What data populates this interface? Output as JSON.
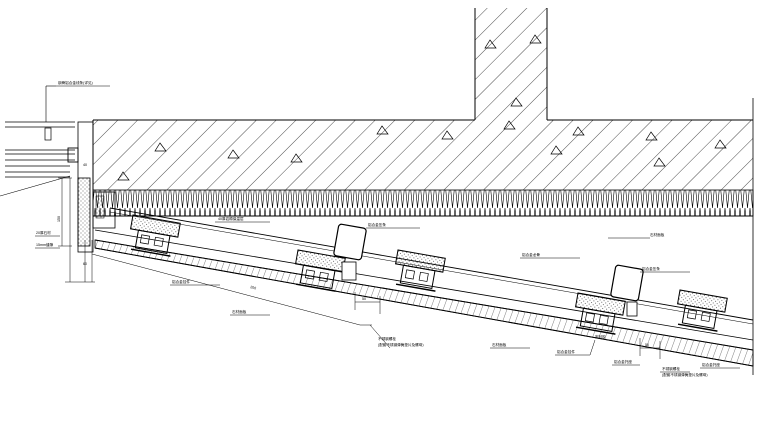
{
  "drawing": {
    "annotations": {
      "top_left_note": "钢骨铝合金线条(详见)",
      "insulation_note": "40厚岩棉保温层",
      "strip_note": "铝合金压条",
      "top_right_note": "铝合金压条",
      "bracket_note_mid": "铝合金托座",
      "bracket_note_right": "铝合金托座",
      "rail_note_mid": "铝合金龙骨",
      "panel_left": "石材面板",
      "panel_mid": "石材面板",
      "panel_right": "石材面板",
      "anchor_note_mid_1": "不锈钢螺栓",
      "anchor_note_mid_2": "(配套不锈钢弹簧垫片及螺母)",
      "anchor_note_right_1": "不锈钢螺栓",
      "anchor_note_right_2": "(配套不锈钢弹簧垫片及螺母)",
      "clip_note_left": "铝合金挂件",
      "clip_note_mid": "铝合金挂件",
      "seal_note": "密封胶",
      "left_note_1": "20厚石材",
      "left_note_2": "15mm缝隙"
    },
    "dimensions": {
      "d1": "40",
      "d2": "150",
      "d3": "60",
      "d4": "200",
      "d5": "50",
      "d6": "50"
    }
  }
}
